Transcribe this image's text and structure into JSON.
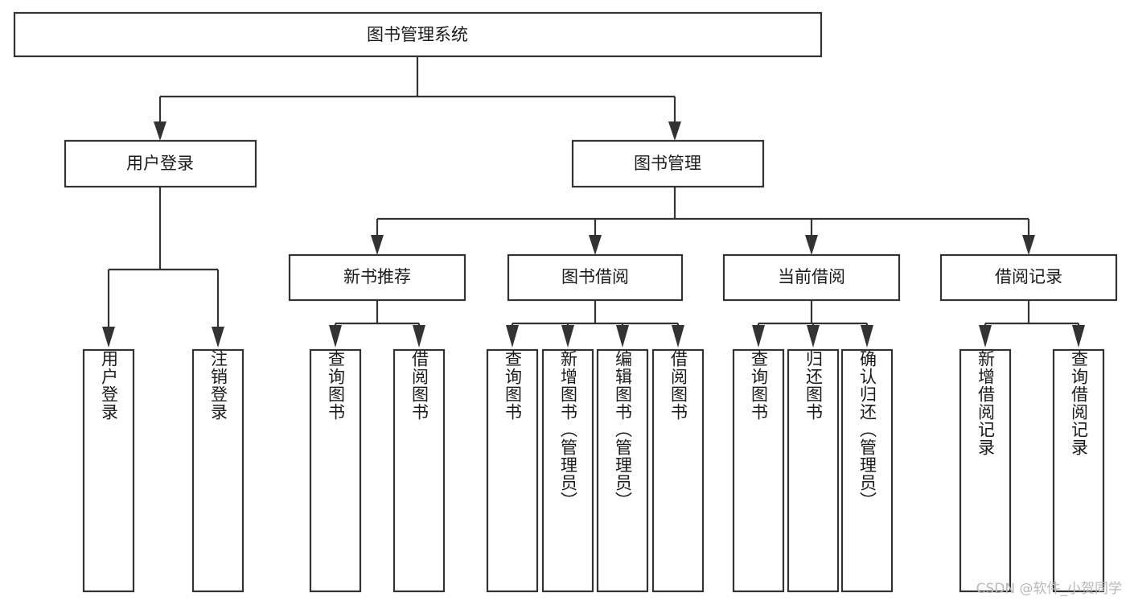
{
  "diagram": {
    "type": "tree-hierarchy",
    "orientation": "top-down",
    "root": {
      "id": "root",
      "label": "图书管理系统"
    },
    "level2": [
      {
        "id": "user-login",
        "label": "用户登录"
      },
      {
        "id": "book-management",
        "label": "图书管理"
      }
    ],
    "level3": [
      {
        "id": "new-book-recommend",
        "label": "新书推荐",
        "parent": "book-management"
      },
      {
        "id": "book-borrow",
        "label": "图书借阅",
        "parent": "book-management"
      },
      {
        "id": "current-borrow",
        "label": "当前借阅",
        "parent": "book-management"
      },
      {
        "id": "borrow-record",
        "label": "借阅记录",
        "parent": "book-management"
      }
    ],
    "leaves": {
      "user-login": [
        {
          "id": "leaf-user-login",
          "label": "用户登录"
        },
        {
          "id": "leaf-logout-login",
          "label": "注销登录"
        }
      ],
      "new-book-recommend": [
        {
          "id": "leaf-query-book-1",
          "label": "查询图书"
        },
        {
          "id": "leaf-borrow-book-1",
          "label": "借阅图书"
        }
      ],
      "book-borrow": [
        {
          "id": "leaf-query-book-2",
          "label": "查询图书"
        },
        {
          "id": "leaf-add-book",
          "label": "新增图书（管理员）"
        },
        {
          "id": "leaf-edit-book",
          "label": "编辑图书（管理员）"
        },
        {
          "id": "leaf-borrow-book-2",
          "label": "借阅图书"
        }
      ],
      "current-borrow": [
        {
          "id": "leaf-query-book-3",
          "label": "查询图书"
        },
        {
          "id": "leaf-return-book",
          "label": "归还图书"
        },
        {
          "id": "leaf-confirm-return",
          "label": "确认归还（管理员）"
        }
      ],
      "borrow-record": [
        {
          "id": "leaf-add-record",
          "label": "新增借阅记录"
        },
        {
          "id": "leaf-query-record",
          "label": "查询借阅记录"
        }
      ]
    }
  },
  "watermark": {
    "text": "CSDN @软件_小贺同学"
  },
  "colors": {
    "box_stroke": "#333333",
    "box_fill": "#ffffff",
    "text": "#1a1a1a",
    "watermark": "#b8b8b8",
    "background": "#ffffff"
  }
}
